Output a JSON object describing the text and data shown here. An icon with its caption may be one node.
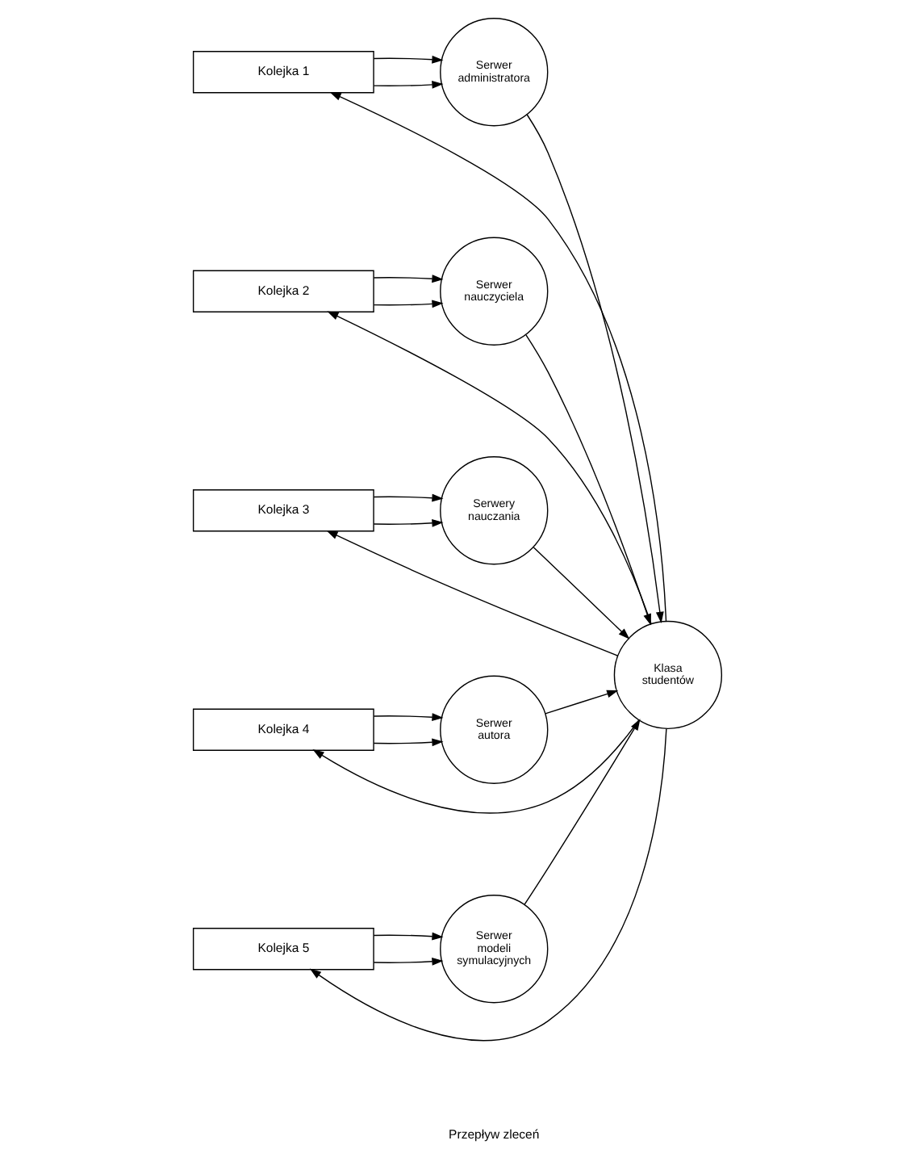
{
  "diagram": {
    "nodes": [
      {
        "text": [
          "Kolejka 1"
        ]
      },
      {
        "text": [
          "Kolejka 2"
        ]
      },
      {
        "text": [
          "Kolejka 3"
        ]
      },
      {
        "text": [
          "Kolejka 4"
        ]
      },
      {
        "text": [
          "Kolejka 5"
        ]
      },
      {
        "text": [
          "Serwer administratora"
        ]
      },
      {
        "text": [
          "Serwer nauczyciela"
        ]
      },
      {
        "text": [
          "Serwery nauczania"
        ]
      },
      {
        "text": [
          "Serwer autora"
        ]
      },
      {
        "text": [
          "Serwer modeli symulacyjnych"
        ]
      },
      {
        "text": [
          "Klasa studentów"
        ]
      }
    ],
    "edges": [
      {
        "from": 10,
        "to": 0,
        "arrow": "to"
      },
      {
        "from": 10,
        "to": 1,
        "arrow": "to"
      },
      {
        "from": 10,
        "to": 2,
        "arrow": "to"
      },
      {
        "from": 10,
        "to": 3,
        "arrow": "to"
      },
      {
        "from": 10,
        "to": 4,
        "arrow": "to"
      },
      {
        "from": 0,
        "to": 5,
        "arrow": "to"
      },
      {
        "from": 0,
        "to": 5,
        "arrow": "to"
      },
      {
        "from": 1,
        "to": 6,
        "arrow": "to"
      },
      {
        "from": 1,
        "to": 6,
        "arrow": "to"
      },
      {
        "from": 2,
        "to": 7,
        "arrow": "to"
      },
      {
        "from": 2,
        "to": 7,
        "arrow": "to"
      },
      {
        "from": 3,
        "to": 8,
        "arrow": "to"
      },
      {
        "from": 3,
        "to": 8,
        "arrow": "to"
      },
      {
        "from": 4,
        "to": 9,
        "arrow": "to"
      },
      {
        "from": 4,
        "to": 9,
        "arrow": "to"
      },
      {
        "from": 5,
        "to": 10,
        "arrow": "to"
      },
      {
        "from": 6,
        "to": 10,
        "arrow": "to"
      },
      {
        "from": 7,
        "to": 10,
        "arrow": "to"
      },
      {
        "from": 8,
        "to": 10,
        "arrow": "to"
      },
      {
        "from": 9,
        "to": 10,
        "arrow": "to"
      }
    ],
    "labels": [
      "Przepływ zleceń"
    ]
  }
}
